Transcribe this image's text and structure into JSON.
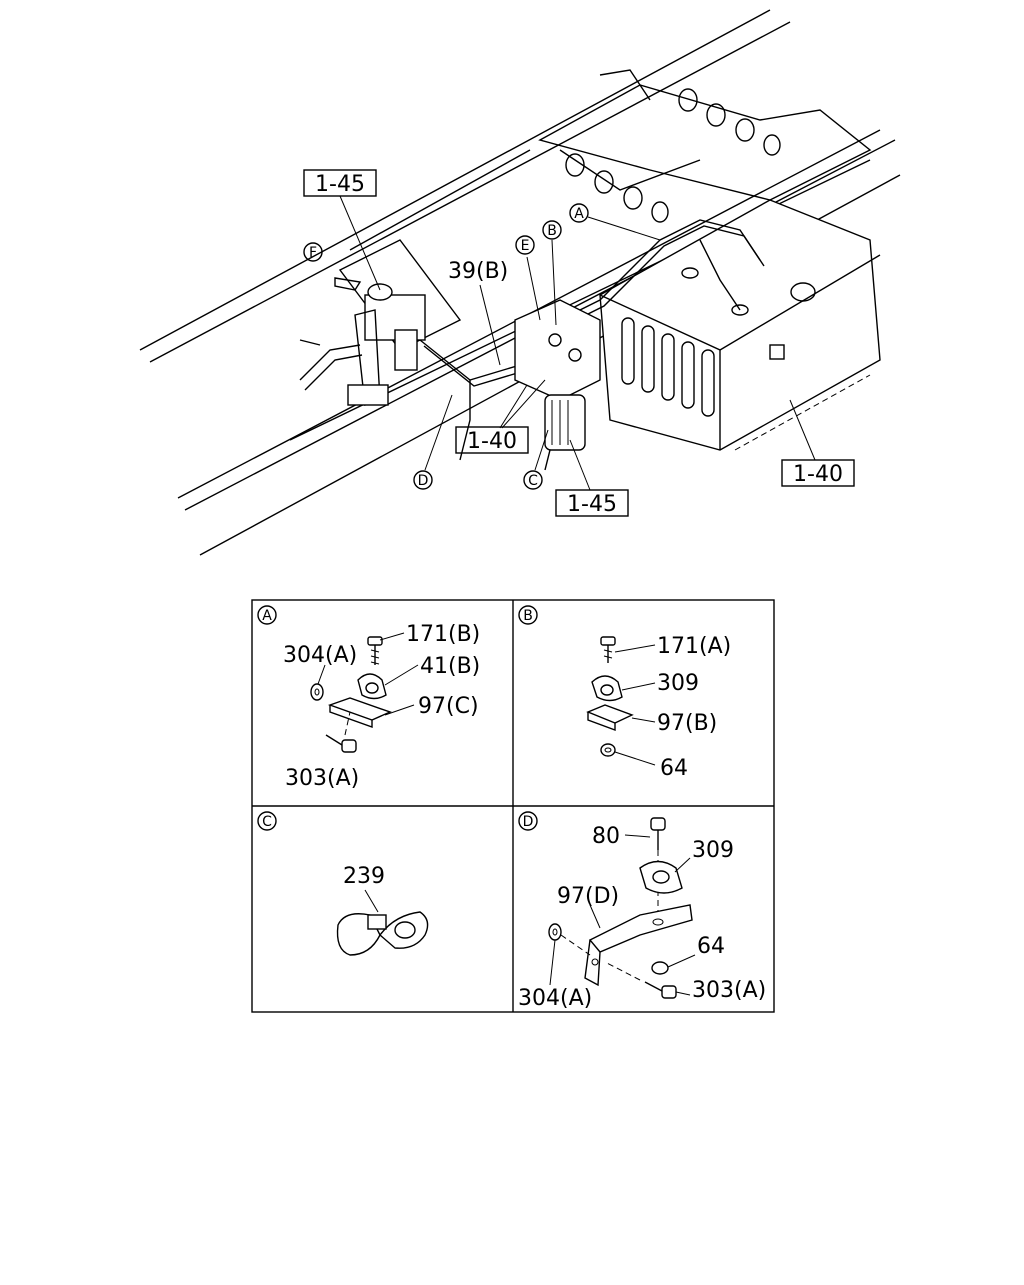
{
  "main_diagram": {
    "ref_box_top_left": "1-45",
    "ref_box_center": "1-40",
    "ref_box_bottom": "1-45",
    "ref_box_right": "1-40",
    "label_pipe": "39(B)",
    "callouts": {
      "A": "A",
      "B": "B",
      "C": "C",
      "D": "D",
      "E": "E",
      "F": "F"
    }
  },
  "details": {
    "A": {
      "marker": "A",
      "parts": [
        "171(B)",
        "304(A)",
        "41(B)",
        "97(C)",
        "303(A)"
      ]
    },
    "B": {
      "marker": "B",
      "parts": [
        "171(A)",
        "309",
        "97(B)",
        "64"
      ]
    },
    "C": {
      "marker": "C",
      "parts": [
        "239"
      ]
    },
    "D": {
      "marker": "D",
      "parts": [
        "80",
        "309",
        "97(D)",
        "64",
        "304(A)",
        "303(A)"
      ]
    }
  }
}
